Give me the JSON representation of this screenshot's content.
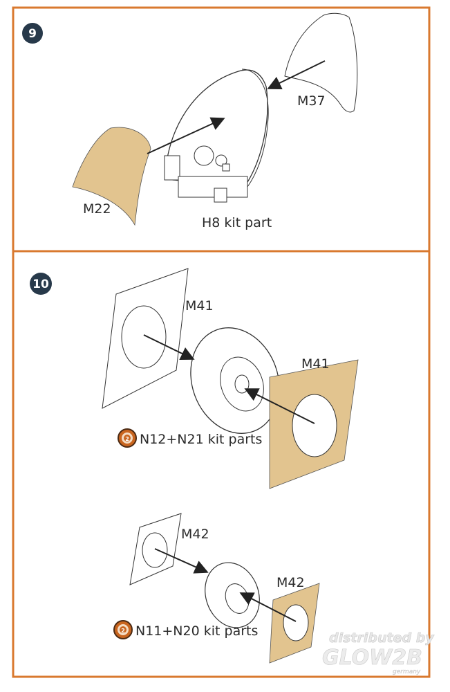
{
  "colors": {
    "frame": "#d9792f",
    "badge": "#27394a",
    "mask": "#e2c48f",
    "line": "#222222"
  },
  "steps": [
    {
      "number": "9",
      "labels": {
        "mask_left": "M22",
        "mask_right": "M37",
        "kit_part": "H8 kit part"
      }
    },
    {
      "number": "10",
      "upper": {
        "mask_back": "M41",
        "mask_front": "M41",
        "kit_parts": "N12+N21 kit parts",
        "icon": "2x-quantity-icon",
        "icon_text": "2"
      },
      "lower": {
        "mask_back": "M42",
        "mask_front": "M42",
        "kit_parts": "N11+N20 kit parts",
        "icon": "2x-quantity-icon",
        "icon_text": "2"
      }
    }
  ],
  "watermark": {
    "line1": "distributed by",
    "line2": "GLOW2B",
    "line3": "germany"
  }
}
